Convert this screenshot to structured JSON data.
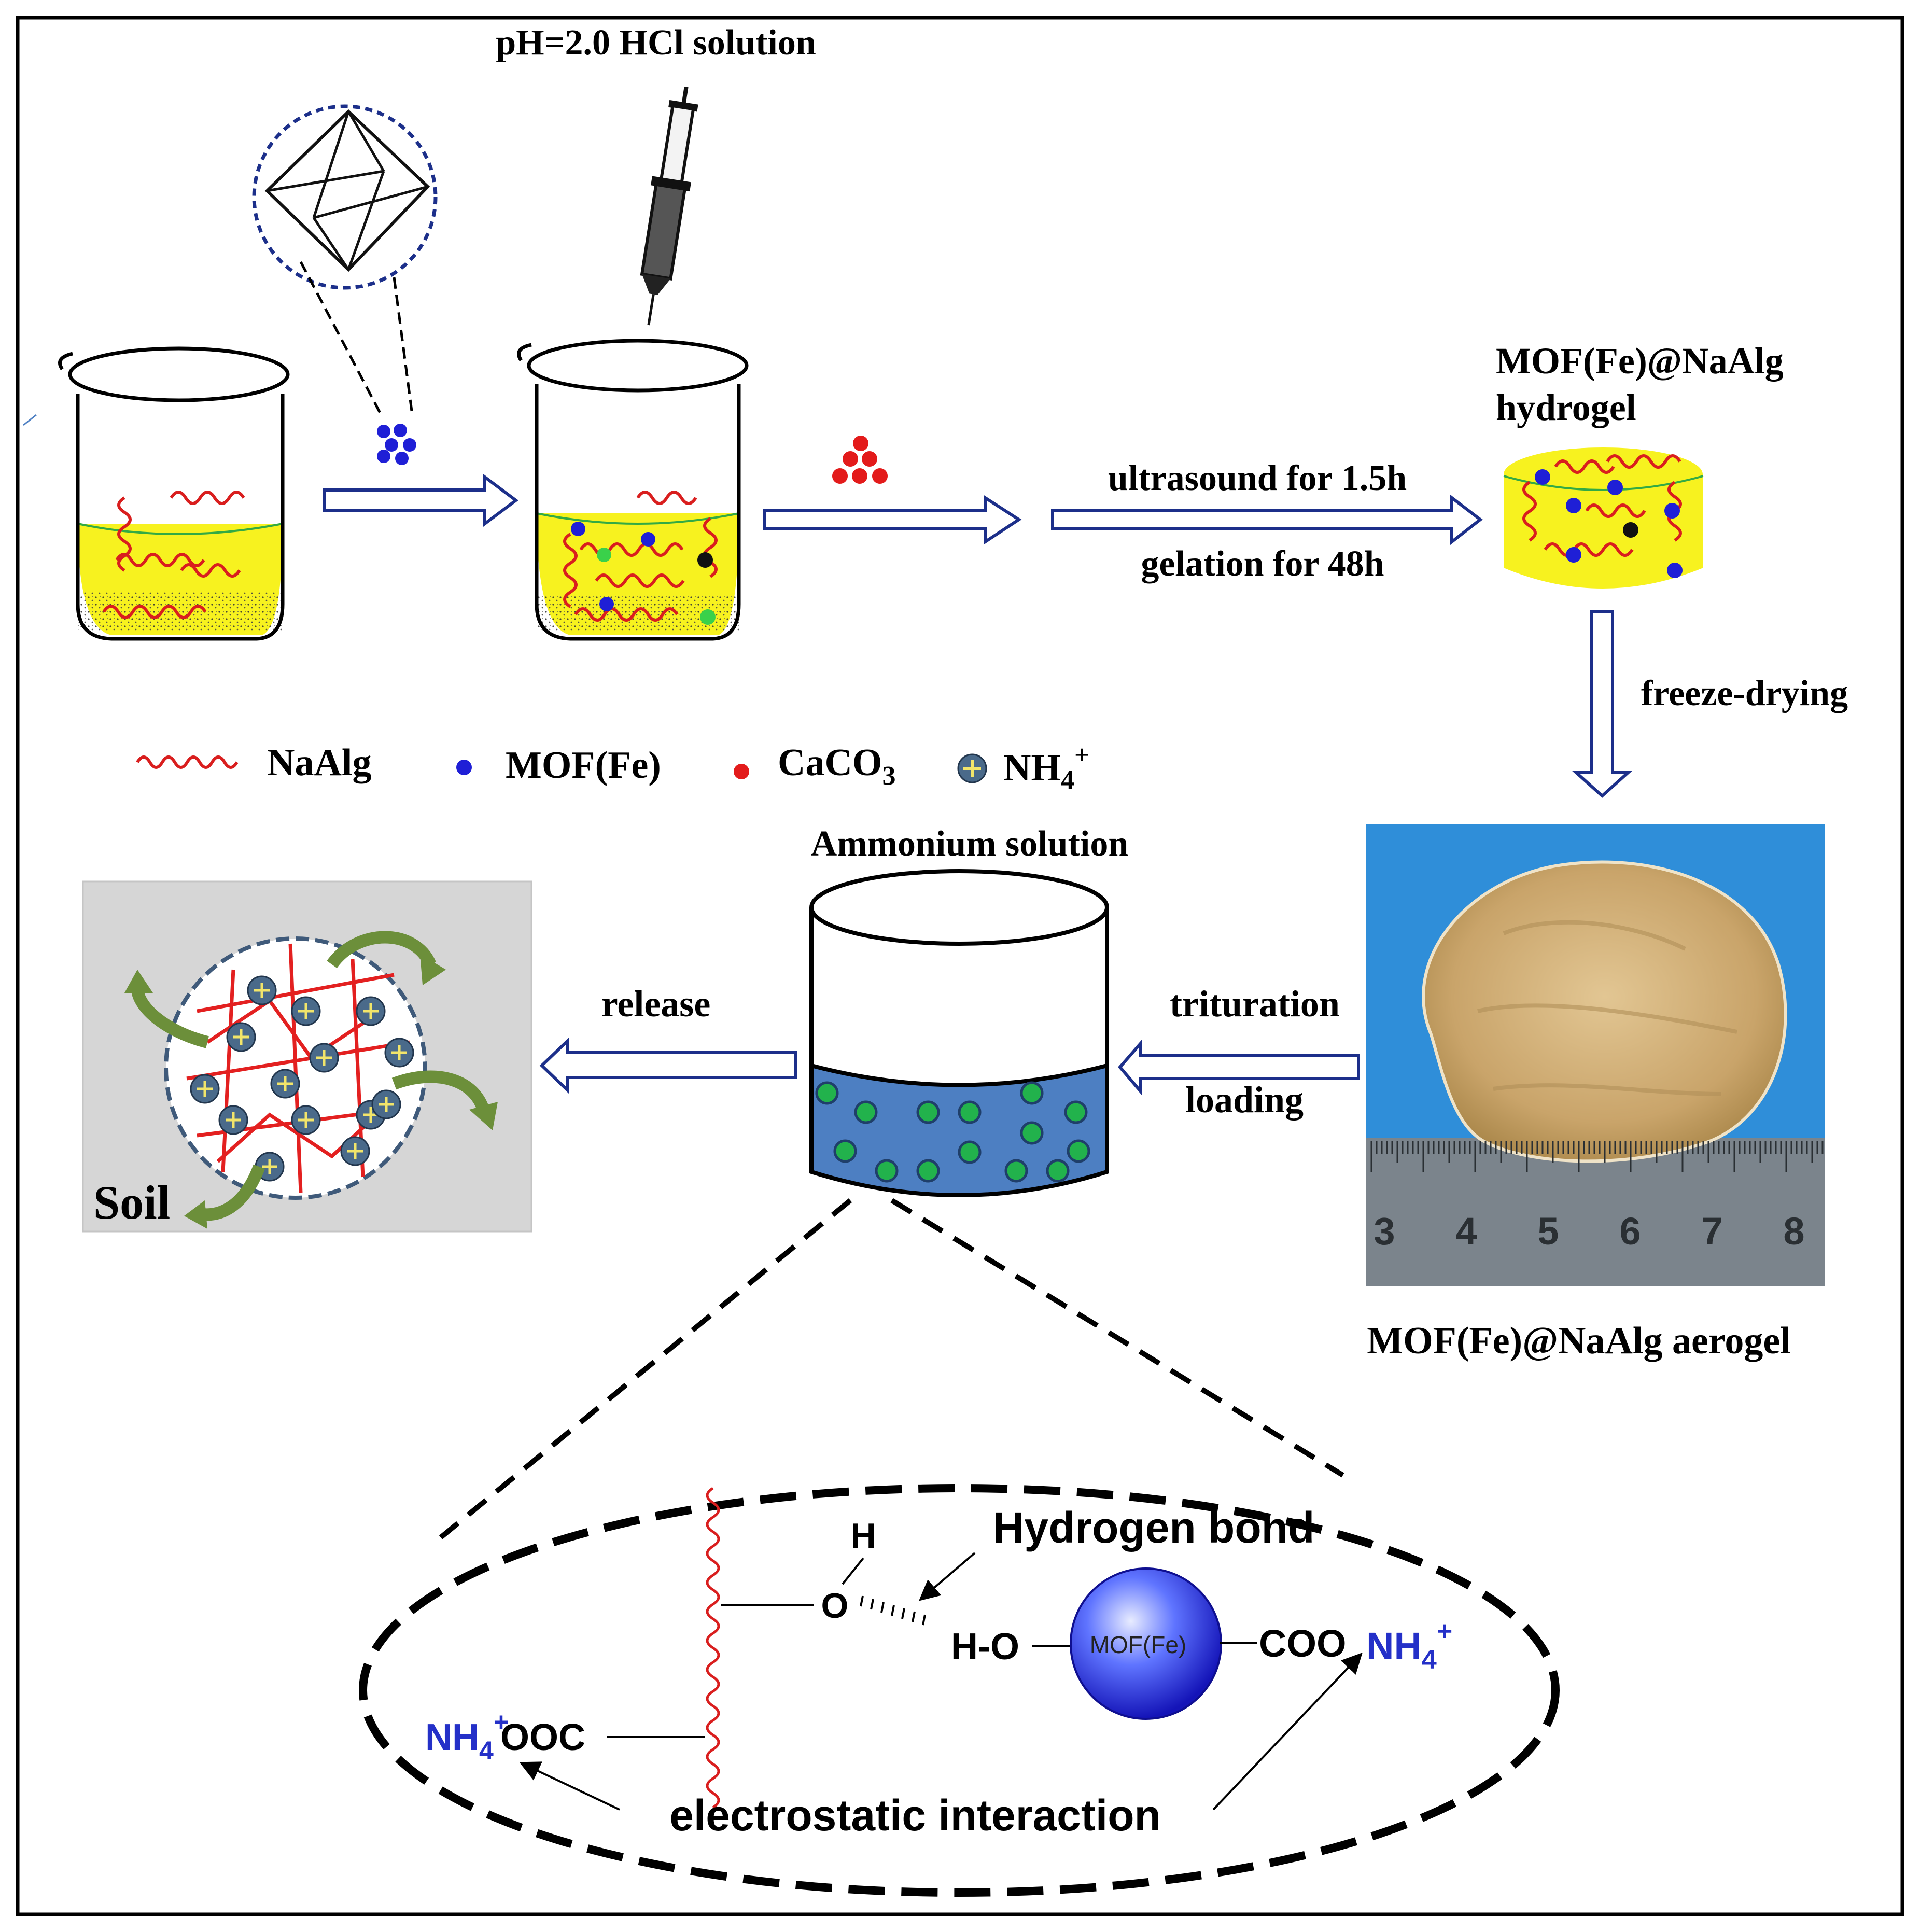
{
  "labels": {
    "hcl": "pH=2.0 HCl solution",
    "hydrogel_line1": "MOF(Fe)@NaAlg",
    "hydrogel_line2": "hydrogel",
    "ultrasound": "ultrasound for 1.5h",
    "gelation": "gelation for 48h",
    "freeze_drying": "freeze-drying",
    "ammonium_solution": "Ammonium solution",
    "release": "release",
    "trituration": "trituration",
    "loading": "loading",
    "soil": "Soil",
    "aerogel": "MOF(Fe)@NaAlg aerogel"
  },
  "legend": {
    "naalg": "NaAlg",
    "mof": "MOF(Fe)",
    "caco3": "CaCO",
    "caco3_sub": "3",
    "nh4": "NH",
    "nh4_sub": "4",
    "nh4_sup": "+"
  },
  "ruler": [
    "3",
    "4",
    "5",
    "6",
    "7",
    "8"
  ],
  "inset": {
    "h_top": "H",
    "o_top": "O",
    "hydrogen_bond": "Hydrogen bond",
    "h_o": "H-O",
    "mof_particle": "MOF(Fe)",
    "coo": "COO",
    "nh4_right": "NH",
    "nh4_right_sub": "4",
    "nh4_right_sup": "+",
    "nh4_left": "NH",
    "nh4_left_sub": "4",
    "nh4_left_sup": "+",
    "ooc": "OOC",
    "electrostatic": "electrostatic interaction"
  },
  "colors": {
    "polymer": "#d91e1e",
    "mof": "#1f1fd6",
    "caco3": "#e31b1b",
    "gel_yellow": "#f7f21f",
    "arrow_blue": "#1c2f8a",
    "solution_blue": "#4d7fc2",
    "ammonium_green": "#22b24c",
    "photo_blue": "#2f8ed9",
    "aerogel_tan": "#c9a46a",
    "soil_panel": "#d6d6d6",
    "soil_arrow": "#6c8f3a"
  }
}
